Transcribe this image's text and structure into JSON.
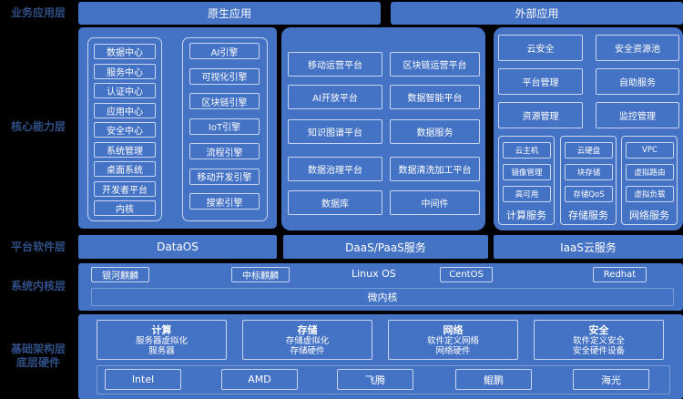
{
  "layers": {
    "business": "业务应用层",
    "core": "核心能力层",
    "platform": "平台软件层",
    "kernel": "系统内核层",
    "infra": [
      "基础架构层",
      "底层硬件"
    ]
  },
  "business_apps": [
    "原生应用",
    "外部应用"
  ],
  "core_left": {
    "col1": [
      "数据中心",
      "服务中心",
      "认证中心",
      "应用中心",
      "安全中心",
      "系统管理",
      "桌面系统",
      "开发者平台",
      "内核"
    ],
    "col2": [
      "AI引擎",
      "可视化引擎",
      "区块链引擎",
      "IoT引擎",
      "流程引擎",
      "移动开发引擎",
      "搜索引擎"
    ]
  },
  "core_middle": [
    "移动运营平台",
    "区块链运营平台",
    "AI开放平台",
    "数据智能平台",
    "知识图谱平台",
    "数据服务",
    "数据治理平台",
    "数据清洗加工平台",
    "数据库",
    "中间件"
  ],
  "core_right": {
    "top": [
      "云安全",
      "安全资源池",
      "平台管理",
      "自助服务",
      "资源管理",
      "监控管理"
    ],
    "groups": [
      {
        "title": "计算服务",
        "items": [
          "云主机",
          "镜像管理",
          "高可用"
        ]
      },
      {
        "title": "存储服务",
        "items": [
          "云硬盘",
          "块存储",
          "存储QoS"
        ]
      },
      {
        "title": "网络服务",
        "items": [
          "VPC",
          "虚拟路由",
          "虚拟负载"
        ]
      }
    ]
  },
  "platform": [
    "DataOS",
    "DaaS/PaaS服务",
    "IaaS云服务"
  ],
  "kernel": {
    "os": [
      "银河麒麟",
      "中标麒麟",
      "CentOS",
      "Redhat"
    ],
    "linux": "Linux OS",
    "micro": "微内核"
  },
  "infra": {
    "cards": [
      {
        "title": "计算",
        "lines": [
          "服务器虚拟化",
          "服务器"
        ]
      },
      {
        "title": "存储",
        "lines": [
          "存储虚拟化",
          "存储硬件"
        ]
      },
      {
        "title": "网络",
        "lines": [
          "软件定义网络",
          "网络硬件"
        ]
      },
      {
        "title": "安全",
        "lines": [
          "软件定义安全",
          "安全硬件设备"
        ]
      }
    ],
    "chips": [
      "Intel",
      "AMD",
      "飞腾",
      "鲲鹏",
      "海光"
    ]
  }
}
